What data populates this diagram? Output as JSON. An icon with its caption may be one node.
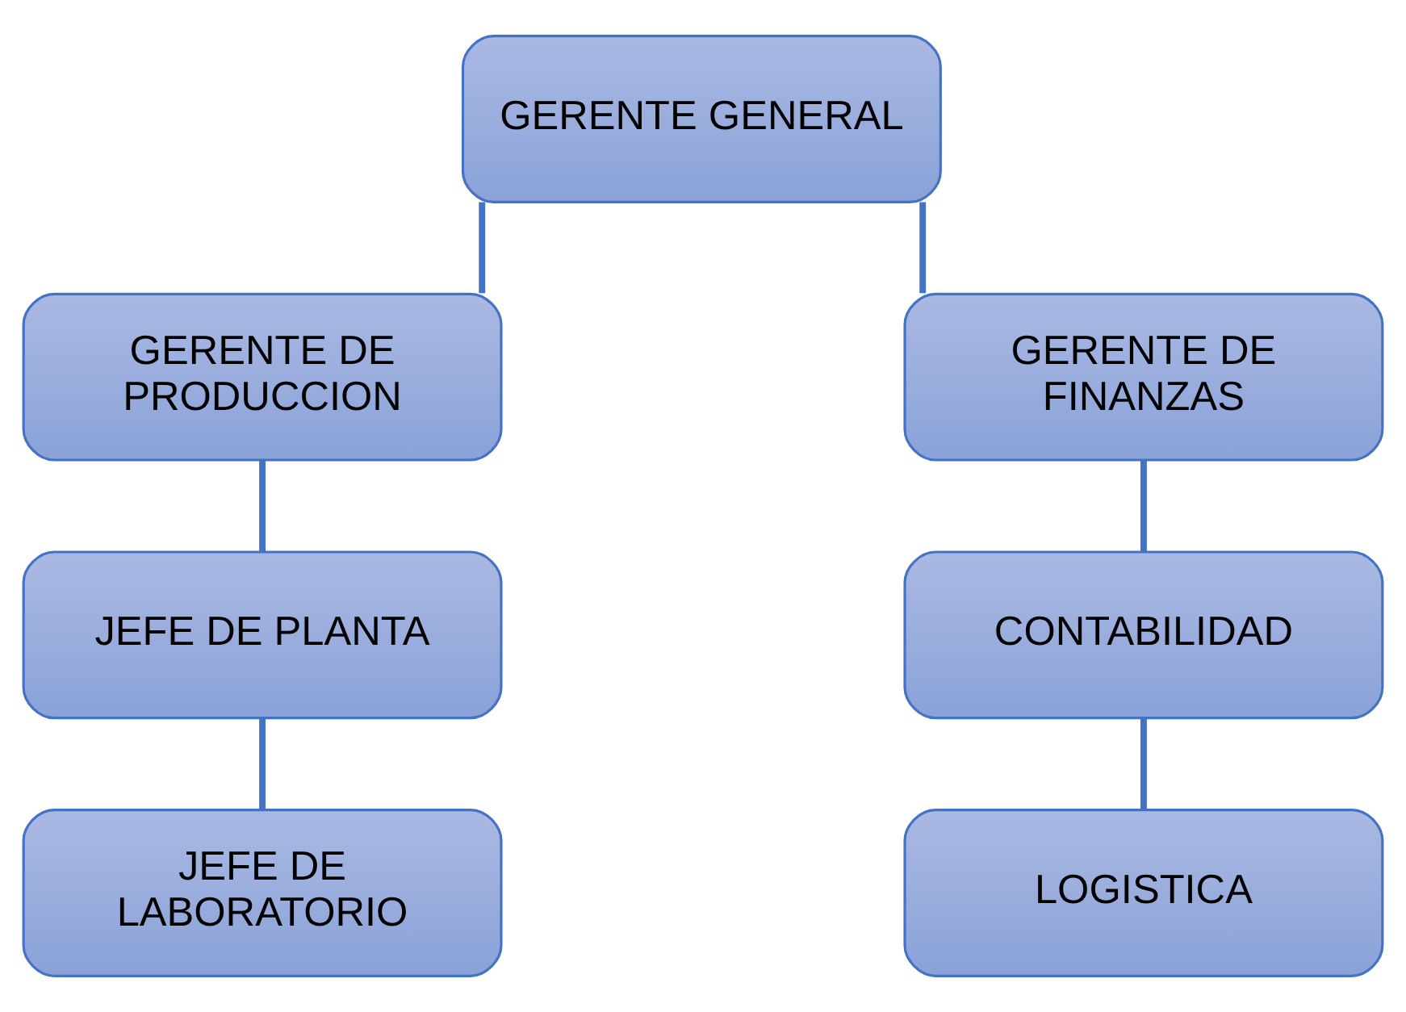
{
  "diagram": {
    "nodes": [
      {
        "text": [
          "GERENTE GENERAL"
        ]
      },
      {
        "text": [
          "GERENTE DE PRODUCCION"
        ]
      },
      {
        "text": [
          "GERENTE DE FINANZAS"
        ]
      },
      {
        "text": [
          "JEFE DE PLANTA"
        ]
      },
      {
        "text": [
          "CONTABILIDAD"
        ]
      },
      {
        "text": [
          "JEFE DE LABORATORIO"
        ]
      },
      {
        "text": [
          "LOGISTICA"
        ]
      }
    ],
    "edges": [
      {
        "from": 0,
        "to": 1,
        "arrow": "none"
      },
      {
        "from": 0,
        "to": 2,
        "arrow": "none"
      },
      {
        "from": 1,
        "to": 3,
        "arrow": "none"
      },
      {
        "from": 3,
        "to": 5,
        "arrow": "none"
      },
      {
        "from": 2,
        "to": 4,
        "arrow": "none"
      },
      {
        "from": 4,
        "to": 6,
        "arrow": "none"
      }
    ]
  }
}
